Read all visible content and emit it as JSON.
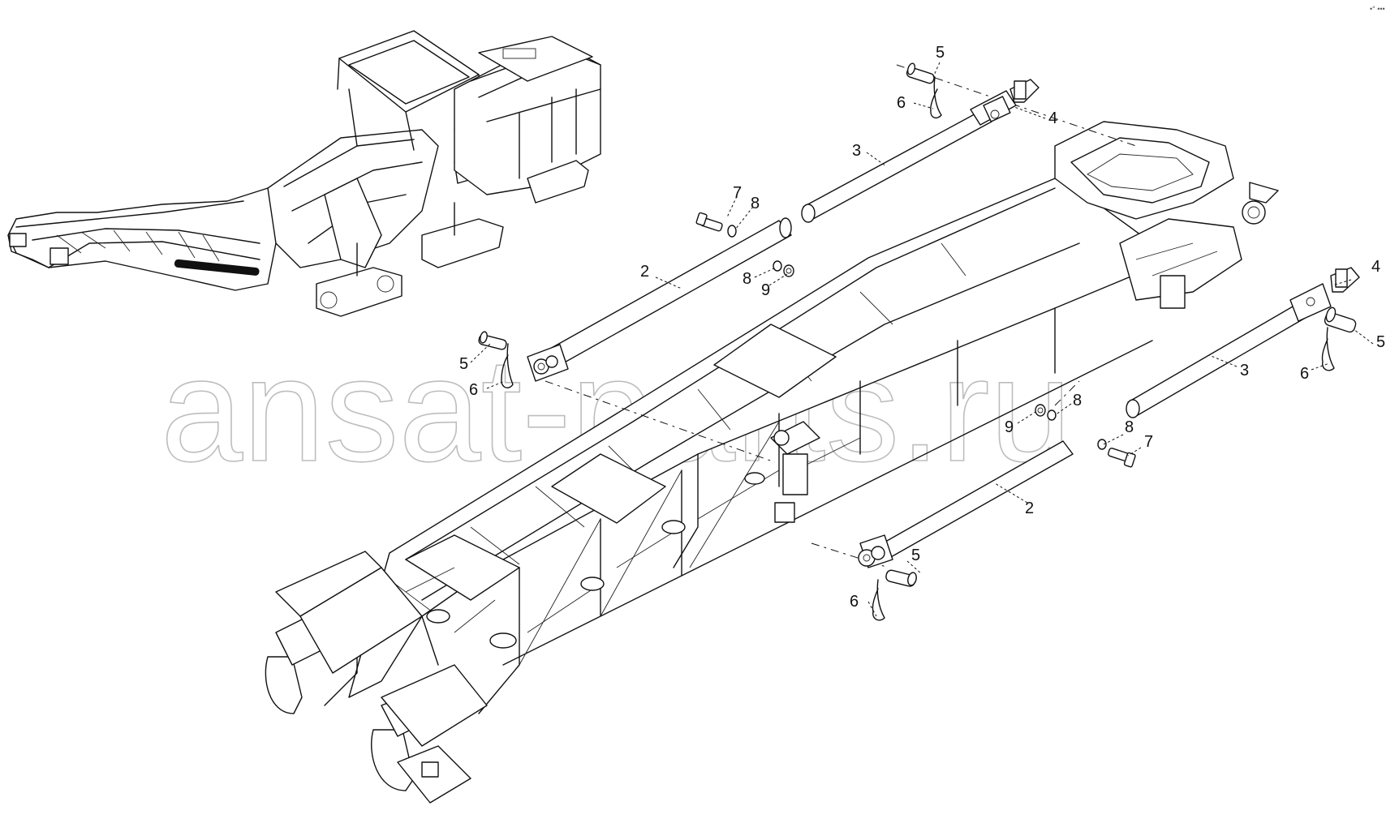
{
  "watermark": "ansat-parts.ru",
  "corner_marks": "•° •••",
  "callouts": [
    {
      "id": "c5a",
      "label": "5"
    },
    {
      "id": "c6a",
      "label": "6"
    },
    {
      "id": "c4a",
      "label": "4"
    },
    {
      "id": "c3a",
      "label": "3"
    },
    {
      "id": "c7a",
      "label": "7"
    },
    {
      "id": "c8a",
      "label": "8"
    },
    {
      "id": "c2a",
      "label": "2"
    },
    {
      "id": "c8b",
      "label": "8"
    },
    {
      "id": "c9a",
      "label": "9"
    },
    {
      "id": "c5b",
      "label": "5"
    },
    {
      "id": "c6b",
      "label": "6"
    },
    {
      "id": "c4b",
      "label": "4"
    },
    {
      "id": "c5c",
      "label": "5"
    },
    {
      "id": "c3b",
      "label": "3"
    },
    {
      "id": "c6c",
      "label": "6"
    },
    {
      "id": "c8c",
      "label": "8"
    },
    {
      "id": "c9b",
      "label": "9"
    },
    {
      "id": "c8d",
      "label": "8"
    },
    {
      "id": "c7b",
      "label": "7"
    },
    {
      "id": "c2b",
      "label": "2"
    },
    {
      "id": "c5d",
      "label": "5"
    },
    {
      "id": "c6d",
      "label": "6"
    }
  ]
}
